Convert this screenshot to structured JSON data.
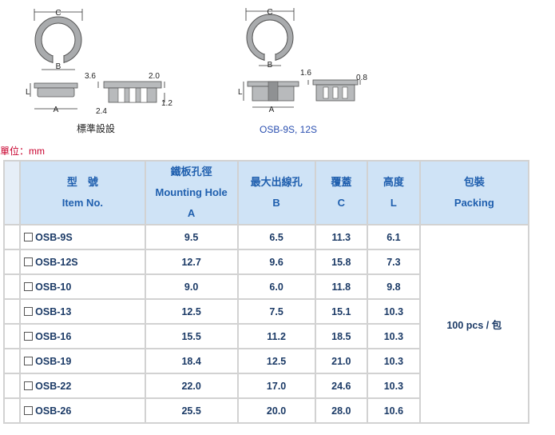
{
  "diagrams": {
    "left": {
      "caption": "標準設設",
      "labels": {
        "c": "C",
        "b": "B",
        "a": "A",
        "l": "L",
        "d1": "3.6",
        "d2": "2.4",
        "d3": "2.0",
        "d4": "1.2"
      }
    },
    "right": {
      "caption": "OSB-9S, 12S",
      "labels": {
        "c": "C",
        "b": "B",
        "a": "A",
        "l": "L",
        "d1": "1.6",
        "d2": "0.8"
      }
    }
  },
  "unit_label": "單位：mm",
  "table": {
    "headers": [
      {
        "zh": "型　號",
        "en": "Item No.",
        "sub": ""
      },
      {
        "zh": "鐵板孔徑",
        "en": "Mounting Hole",
        "sub": "A"
      },
      {
        "zh": "最大出線孔",
        "en": "B",
        "sub": ""
      },
      {
        "zh": "覆蓋",
        "en": "C",
        "sub": ""
      },
      {
        "zh": "高度",
        "en": "L",
        "sub": ""
      },
      {
        "zh": "包裝",
        "en": "Packing",
        "sub": ""
      }
    ],
    "rows": [
      {
        "item": "OSB-9S",
        "a": "9.5",
        "b": "6.5",
        "c": "11.3",
        "l": "6.1"
      },
      {
        "item": "OSB-12S",
        "a": "12.7",
        "b": "9.6",
        "c": "15.8",
        "l": "7.3"
      },
      {
        "item": "OSB-10",
        "a": "9.0",
        "b": "6.0",
        "c": "11.8",
        "l": "9.8"
      },
      {
        "item": "OSB-13",
        "a": "12.5",
        "b": "7.5",
        "c": "15.1",
        "l": "10.3"
      },
      {
        "item": "OSB-16",
        "a": "15.5",
        "b": "11.2",
        "c": "18.5",
        "l": "10.3"
      },
      {
        "item": "OSB-19",
        "a": "18.4",
        "b": "12.5",
        "c": "21.0",
        "l": "10.3"
      },
      {
        "item": "OSB-22",
        "a": "22.0",
        "b": "17.0",
        "c": "24.6",
        "l": "10.3"
      },
      {
        "item": "OSB-26",
        "a": "25.5",
        "b": "20.0",
        "c": "28.0",
        "l": "10.6"
      }
    ],
    "packing": "100 pcs / 包"
  }
}
